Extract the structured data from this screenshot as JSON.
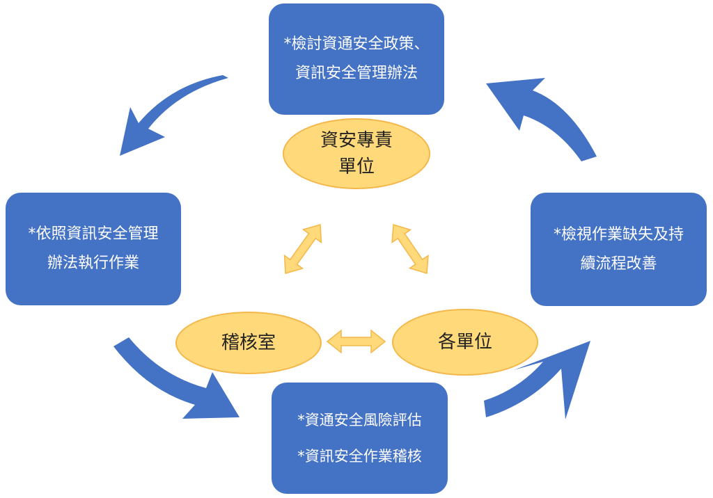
{
  "colors": {
    "box_fill": "#4472C4",
    "box_text": "#FFFFFF",
    "ellipse_fill": "#FFD97A",
    "ellipse_border": "#F4B74A",
    "small_arrow_fill": "#FFD97A",
    "large_arrow_fill": "#4472C4"
  },
  "boxes": {
    "top": {
      "line1": "*檢討資通安全政策、",
      "line2": "資訊安全管理辦法"
    },
    "left": {
      "line1": "*依照資訊安全管理",
      "line2": "辦法執行作業"
    },
    "right": {
      "line1": "*檢視作業缺失及持",
      "line2": "續流程改善"
    },
    "bottom": {
      "line1": "*資通安全風險評估",
      "line2": "*資訊安全作業稽核"
    }
  },
  "ellipses": {
    "top": {
      "line1": "資安專責",
      "line2": "單位"
    },
    "left": {
      "label": "稽核室"
    },
    "right": {
      "label": "各單位"
    }
  },
  "icons": {
    "cycle_arrows": "curved-arrow-icon",
    "exchange_arrows": "double-headed-arrow-icon"
  }
}
